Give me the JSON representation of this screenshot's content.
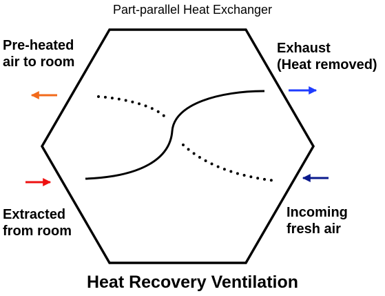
{
  "title": "Part-parallel Heat Exchanger",
  "caption": "Heat Recovery Ventilation",
  "labels": {
    "preheated": [
      "Pre-heated",
      "air to room"
    ],
    "exhaust": [
      "Exhaust",
      "(Heat removed)"
    ],
    "extracted": [
      "Extracted",
      "from room"
    ],
    "incoming": [
      "Incoming",
      "fresh air"
    ]
  },
  "colors": {
    "preheated_arrow": "#f26a1b",
    "exhaust_arrow": "#1f3cff",
    "extracted_arrow": "#ee1111",
    "incoming_arrow": "#0a1a8c",
    "outline": "#000000"
  }
}
